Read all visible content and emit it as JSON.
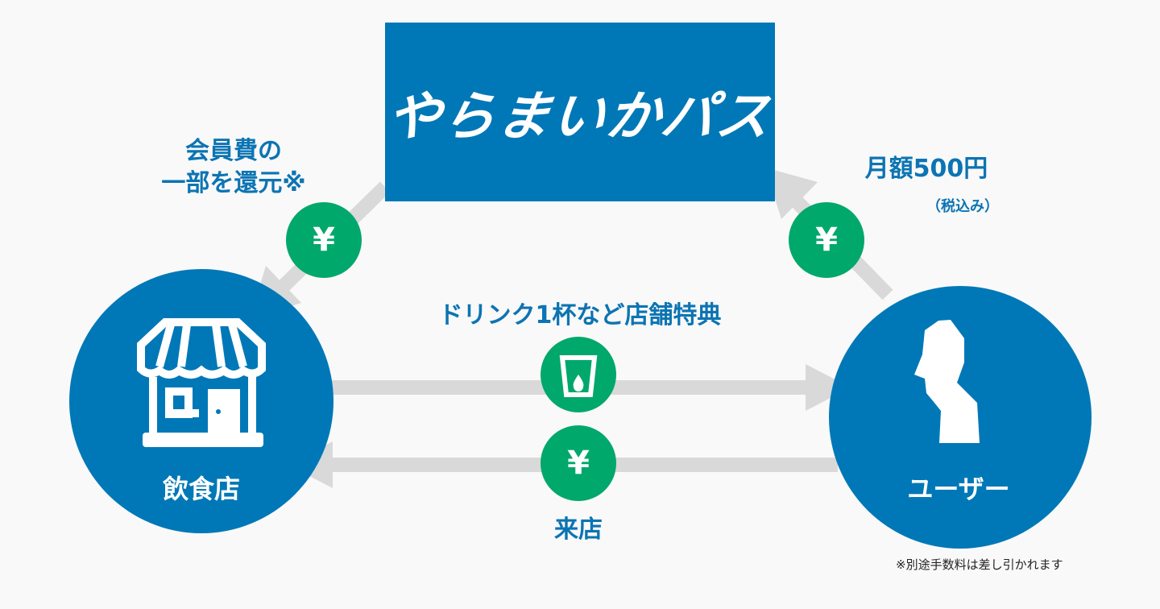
{
  "logo": {
    "text": "やらまいかパス"
  },
  "labels": {
    "rebate_line1": "会員費の",
    "rebate_line2": "一部を還元※",
    "fee": "月額500円",
    "fee_note": "（税込み）",
    "benefit": "ドリンク1杯など店舗特典",
    "visit": "来店",
    "restaurant": "飲食店",
    "user": "ユーザー",
    "footnote": "※別途手数料は差し引かれます"
  },
  "yen_symbol": "¥",
  "colors": {
    "blue": "#0078b7",
    "green": "#00a86b",
    "arrow": "#d9d9d9",
    "text_blue": "#0c74b3"
  }
}
